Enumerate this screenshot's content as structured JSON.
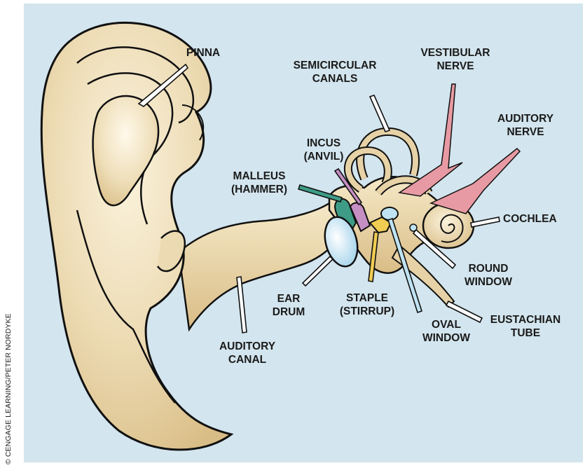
{
  "credit": "© CENGAGE LEARNING/PETER NORDYKE",
  "colors": {
    "background": "#d3e5ee",
    "skin": "#e6d2a6",
    "skin_highlight": "#fbf3dd",
    "outline": "#111111",
    "nerve": "#e79aa3",
    "incus": "#c58fc4",
    "malleus": "#3e9b86",
    "eardrum": "#bfe3f2",
    "stapes": "#f1cc52"
  },
  "labels": {
    "pinna": [
      "PINNA"
    ],
    "semicircular_canals": [
      "SEMICIRCULAR",
      "CANALS"
    ],
    "vestibular_nerve": [
      "VESTIBULAR",
      "NERVE"
    ],
    "auditory_nerve": [
      "AUDITORY",
      "NERVE"
    ],
    "incus": [
      "INCUS",
      "(ANVIL)"
    ],
    "malleus": [
      "MALLEUS",
      "(HAMMER)"
    ],
    "cochlea": [
      "COCHLEA"
    ],
    "round_window": [
      "ROUND",
      "WINDOW"
    ],
    "ear_drum": [
      "EAR",
      "DRUM"
    ],
    "staple": [
      "STAPLE",
      "(STIRRUP)"
    ],
    "oval_window": [
      "OVAL",
      "WINDOW"
    ],
    "eustachian_tube": [
      "EUSTACHIAN",
      "TUBE"
    ],
    "auditory_canal": [
      "AUDITORY",
      "CANAL"
    ]
  }
}
